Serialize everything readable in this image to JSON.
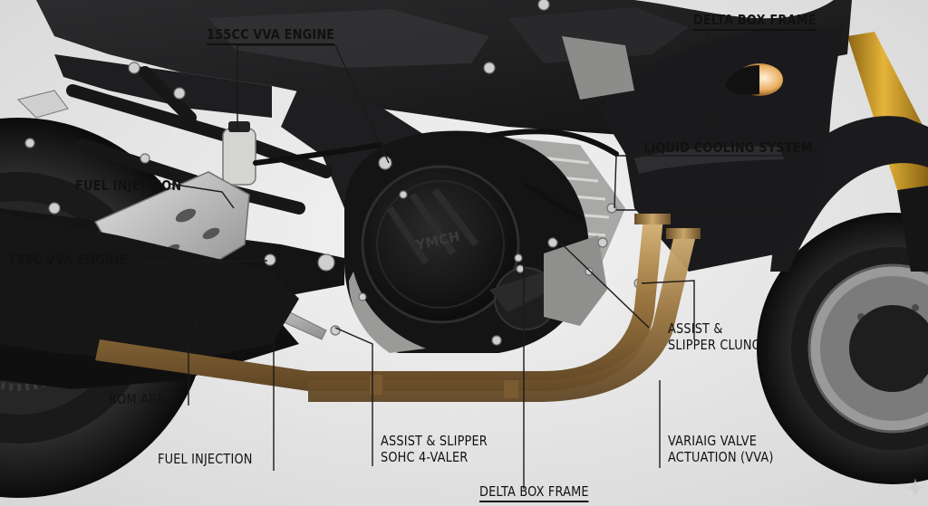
{
  "labels": {
    "engine_top": "155CC VVA ENGINE",
    "delta_top": "DELTA BOX FRAME",
    "liquid_cooling": "LIQUID COOLING SYSTEM",
    "fuel_injection_left": "FUEL INJECTION",
    "engine_left": "155C VVA ENGINE",
    "assist_right_1": "ASSIST &",
    "assist_right_2": "SLIPPER CLUNCH",
    "rom_ark": "ROM ARK",
    "fuel_injection_bottom": "FUEL INJECTION",
    "assist_bottom_1": "ASSIST & SLIPPER",
    "assist_bottom_2": "SOHC 4-VALER",
    "vva_1": "VARIAIG VALVE",
    "vva_2": "ACTUATION (VVA)",
    "delta_bottom": "DELTA BOX FRAME",
    "case_logo": "YMCH"
  },
  "colors": {
    "frame": "#1c1c1e",
    "exhaust": "#b08a4e",
    "fork": "#c8951f",
    "alloy": "#b9b9b9",
    "background": "#e9e9e9"
  }
}
